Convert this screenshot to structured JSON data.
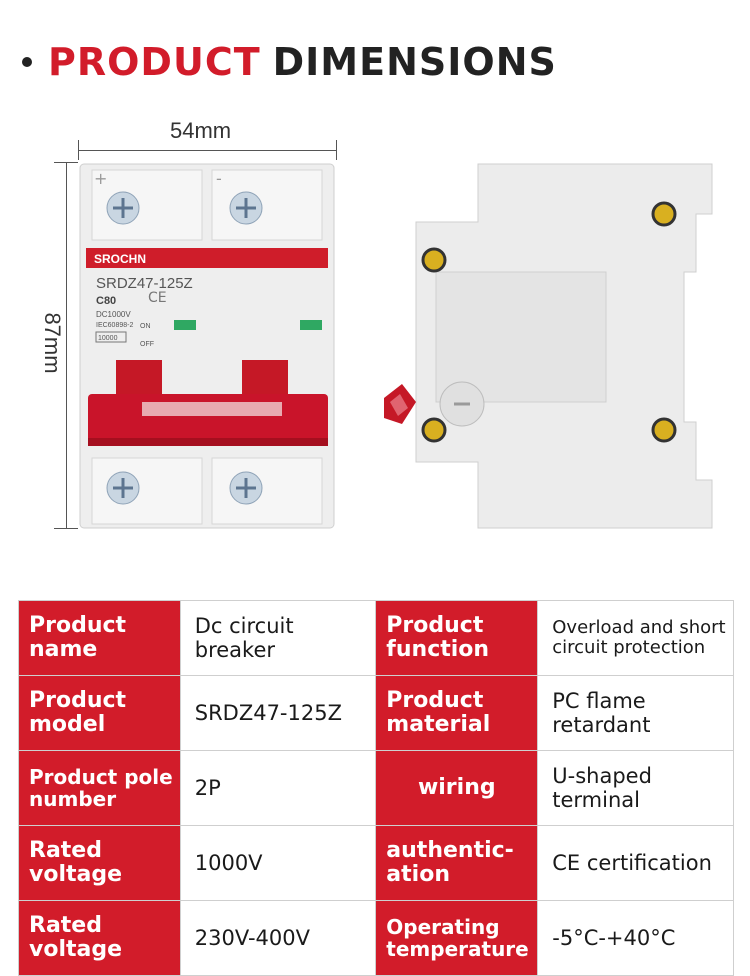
{
  "header": {
    "title_accent": "PRODUCT",
    "title_main": "DIMENSIONS"
  },
  "dimensions": {
    "width_label": "54mm",
    "height_label": "87mm"
  },
  "product": {
    "brand": "SROCHN",
    "model_print": "SRDZ47-125Z",
    "rating": "C80",
    "voltage_print": "DC1000V",
    "standard": "IEC60898-2",
    "breaking_capacity": "10000",
    "on_label": "ON",
    "off_label": "OFF",
    "terminal_plus": "+",
    "terminal_minus": "-"
  },
  "specs": {
    "rows": [
      {
        "l1": "Product name",
        "v1": "Dc circuit breaker",
        "l2": "Product function",
        "v2": "Overload and short circuit protection"
      },
      {
        "l1": "Product model",
        "v1": "SRDZ47-125Z",
        "l2": "Product material",
        "v2": "PC flame retardant"
      },
      {
        "l1": "Product pole number",
        "v1": "2P",
        "l2": "wiring",
        "v2": "U-shaped terminal"
      },
      {
        "l1": "Rated voltage",
        "v1": "1000V",
        "l2": "authentic-ation",
        "v2": "CE certification"
      },
      {
        "l1": "Rated voltage",
        "v1": "230V-400V",
        "l2": "Operating temperature",
        "v2": "-5°C-+40°C"
      }
    ]
  }
}
